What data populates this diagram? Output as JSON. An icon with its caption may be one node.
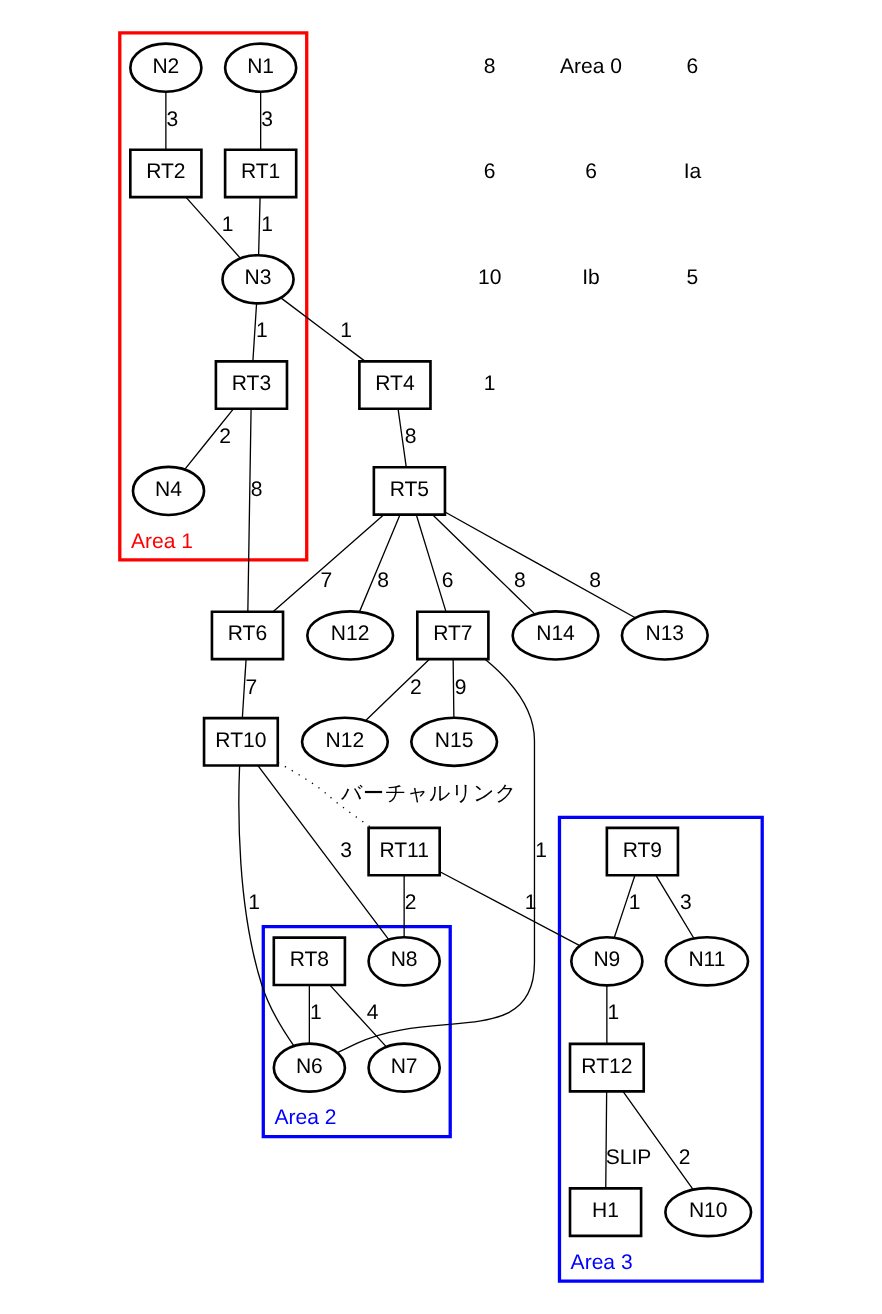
{
  "diagram": {
    "nodes": [
      {
        "text": [
          "Area 1"
        ]
      },
      {
        "text": [
          "N1"
        ],
        "in": 0
      },
      {
        "text": [
          "RT1"
        ],
        "in": 0
      },
      {
        "text": [
          "N3"
        ],
        "in": 0
      },
      {
        "text": [
          "N2"
        ],
        "in": 0
      },
      {
        "text": [
          "RT2"
        ],
        "in": 0
      },
      {
        "text": [
          "RT3"
        ],
        "in": 0
      },
      {
        "text": [
          "N4"
        ],
        "in": 0
      },
      {
        "text": [
          "N12"
        ]
      },
      {
        "text": [
          "N14"
        ]
      },
      {
        "text": [
          "N13"
        ]
      },
      {
        "text": [
          "RT4"
        ]
      },
      {
        "text": [
          "RT5"
        ]
      },
      {
        "text": [
          "RT6"
        ]
      },
      {
        "text": [
          "Area 3"
        ]
      },
      {
        "text": [
          "N11"
        ],
        "in": 14
      },
      {
        "text": [
          "RT9"
        ],
        "in": 14
      },
      {
        "text": [
          "N9"
        ],
        "in": 14
      },
      {
        "text": [
          "H1"
        ],
        "in": 14
      },
      {
        "text": [
          "RT12"
        ],
        "in": 14
      },
      {
        "text": [
          "N10"
        ],
        "in": 14
      },
      {
        "text": [
          "Area 2"
        ]
      },
      {
        "text": [
          "N8"
        ],
        "in": 21
      },
      {
        "text": [
          "N6"
        ],
        "in": 21
      },
      {
        "text": [
          "RT8"
        ],
        "in": 21
      },
      {
        "text": [
          "N7"
        ],
        "in": 21
      },
      {
        "text": [
          "N12"
        ]
      },
      {
        "text": [
          "RT7"
        ]
      },
      {
        "text": [
          "N15"
        ]
      },
      {
        "text": [
          "RT11"
        ]
      },
      {
        "text": [
          "RT10"
        ]
      }
    ],
    "edges": [
      {
        "from": 1,
        "to": 2,
        "arrow": "none",
        "label": "3"
      },
      {
        "from": 2,
        "to": 3,
        "arrow": "none",
        "label": "1"
      },
      {
        "from": 4,
        "to": 5,
        "arrow": "none",
        "label": "3"
      },
      {
        "from": 5,
        "to": 3,
        "arrow": "none",
        "label": "1"
      },
      {
        "from": 3,
        "to": 6,
        "arrow": "none",
        "label": "1"
      },
      {
        "from": 3,
        "to": 11,
        "arrow": "none",
        "label": "1"
      },
      {
        "from": 6,
        "to": 7,
        "arrow": "none",
        "label": "2"
      },
      {
        "from": 6,
        "to": 13,
        "arrow": "none",
        "label": "8"
      },
      {
        "from": 11,
        "to": 12,
        "arrow": "none",
        "label": "8"
      },
      {
        "from": 12,
        "to": 8,
        "arrow": "none",
        "label": "8"
      },
      {
        "from": 12,
        "to": 10,
        "arrow": "none",
        "label": "8"
      },
      {
        "from": 12,
        "to": 9,
        "arrow": "none",
        "label": "8"
      },
      {
        "from": 12,
        "to": 13,
        "arrow": "none",
        "label": "7"
      },
      {
        "from": 12,
        "to": 27,
        "arrow": "none",
        "label": "6"
      },
      {
        "from": 13,
        "to": 30,
        "arrow": "none",
        "label": "7"
      },
      {
        "from": 27,
        "to": 26,
        "arrow": "none",
        "label": "2"
      },
      {
        "from": 27,
        "to": 28,
        "arrow": "none",
        "label": "9"
      },
      {
        "from": 27,
        "to": 23,
        "arrow": "none",
        "label": "1"
      },
      {
        "from": 30,
        "to": 23,
        "arrow": "none",
        "label": "1"
      },
      {
        "from": 30,
        "to": 22,
        "arrow": "none",
        "label": "3"
      },
      {
        "from": 29,
        "to": 22,
        "arrow": "none",
        "label": "2"
      },
      {
        "from": 29,
        "to": 17,
        "arrow": "none",
        "label": "1"
      },
      {
        "from": 16,
        "to": 15,
        "arrow": "none",
        "label": "3"
      },
      {
        "from": 16,
        "to": 17,
        "arrow": "none",
        "label": "1"
      },
      {
        "from": 17,
        "to": 19,
        "arrow": "none",
        "label": "1"
      },
      {
        "from": 19,
        "to": 20,
        "arrow": "none",
        "label": "2"
      },
      {
        "from": 19,
        "to": 18,
        "arrow": "none",
        "label": "SLIP"
      },
      {
        "from": 24,
        "to": 23,
        "arrow": "none",
        "label": "1"
      },
      {
        "from": 24,
        "to": 25,
        "arrow": "none",
        "label": "4"
      },
      {
        "from": 30,
        "to": 29,
        "arrow": "none",
        "label": "バーチャルリンク",
        "style": "dashed"
      }
    ],
    "labels": [
      "8",
      "Area 0",
      "6",
      "6",
      "6",
      "Ia",
      "10",
      "Ib",
      "5",
      "1"
    ]
  }
}
